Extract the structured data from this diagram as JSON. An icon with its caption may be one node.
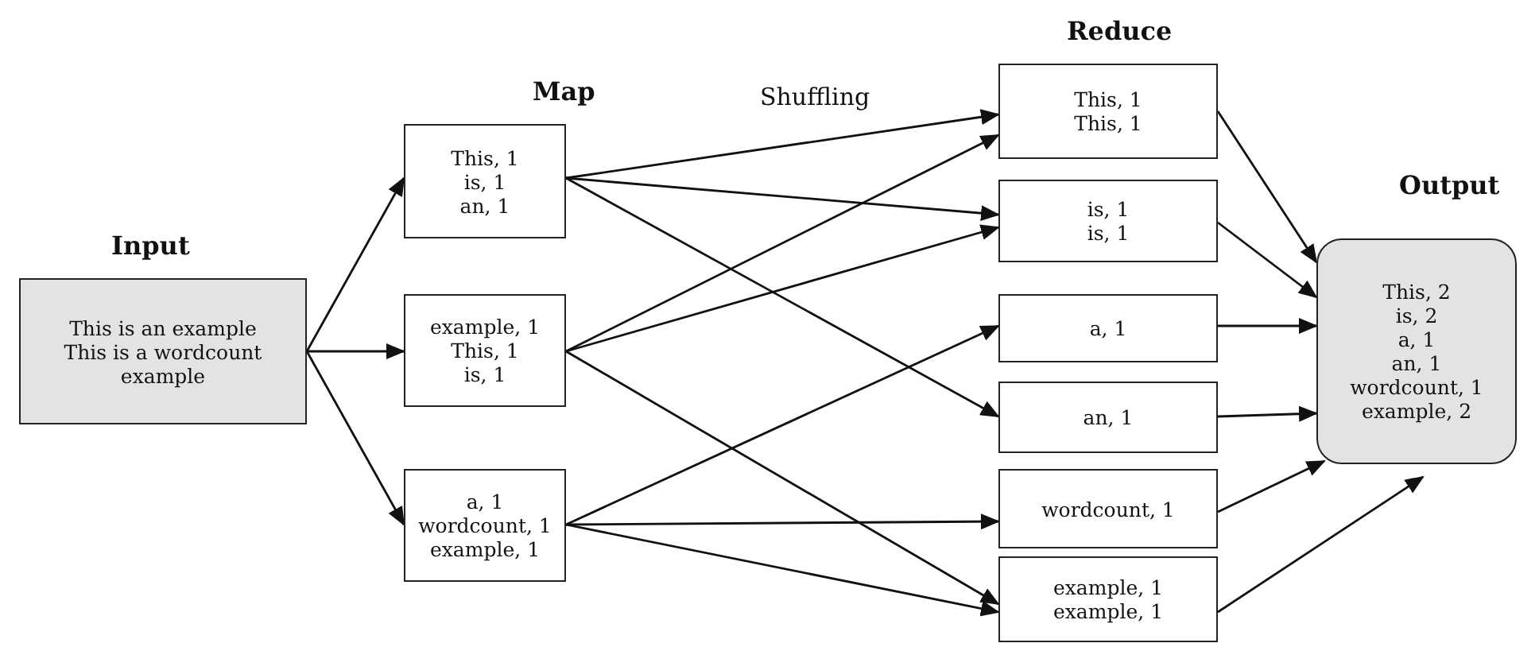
{
  "diagram": {
    "nodes": [
      {
        "text": [
          "This is an example",
          "This is a wordcount example"
        ]
      },
      {
        "text": [
          "This, 1",
          "is, 1",
          "an, 1"
        ]
      },
      {
        "text": [
          "example, 1",
          "This, 1",
          "is, 1"
        ]
      },
      {
        "text": [
          "a, 1",
          "wordcount, 1",
          "example, 1"
        ]
      },
      {
        "text": [
          "This, 1",
          "This, 1"
        ]
      },
      {
        "text": [
          "is, 1",
          "is, 1"
        ]
      },
      {
        "text": [
          "a, 1"
        ]
      },
      {
        "text": [
          "an, 1"
        ]
      },
      {
        "text": [
          "wordcount, 1"
        ]
      },
      {
        "text": [
          "example, 1",
          "example, 1"
        ]
      },
      {
        "text": [
          "This, 2",
          "is, 2",
          "a, 1",
          "an, 1",
          "wordcount, 1",
          "example, 2"
        ]
      }
    ],
    "edges": [
      {
        "from": 0,
        "to": 1,
        "arrow": "to"
      },
      {
        "from": 0,
        "to": 2,
        "arrow": "to"
      },
      {
        "from": 0,
        "to": 3,
        "arrow": "to"
      },
      {
        "from": 1,
        "to": 4,
        "arrow": "to"
      },
      {
        "from": 1,
        "to": 5,
        "arrow": "to"
      },
      {
        "from": 1,
        "to": 7,
        "arrow": "to"
      },
      {
        "from": 2,
        "to": 4,
        "arrow": "to"
      },
      {
        "from": 2,
        "to": 5,
        "arrow": "to"
      },
      {
        "from": 2,
        "to": 9,
        "arrow": "to"
      },
      {
        "from": 3,
        "to": 6,
        "arrow": "to"
      },
      {
        "from": 3,
        "to": 8,
        "arrow": "to"
      },
      {
        "from": 3,
        "to": 9,
        "arrow": "to"
      },
      {
        "from": 4,
        "to": 10,
        "arrow": "to"
      },
      {
        "from": 5,
        "to": 10,
        "arrow": "to"
      },
      {
        "from": 6,
        "to": 10,
        "arrow": "to"
      },
      {
        "from": 7,
        "to": 10,
        "arrow": "to"
      },
      {
        "from": 8,
        "to": 10,
        "arrow": "to"
      },
      {
        "from": 9,
        "to": 10,
        "arrow": "to"
      }
    ],
    "labels": [
      "Reduce",
      "Map",
      "Shuffling",
      "Output",
      "Input"
    ]
  }
}
